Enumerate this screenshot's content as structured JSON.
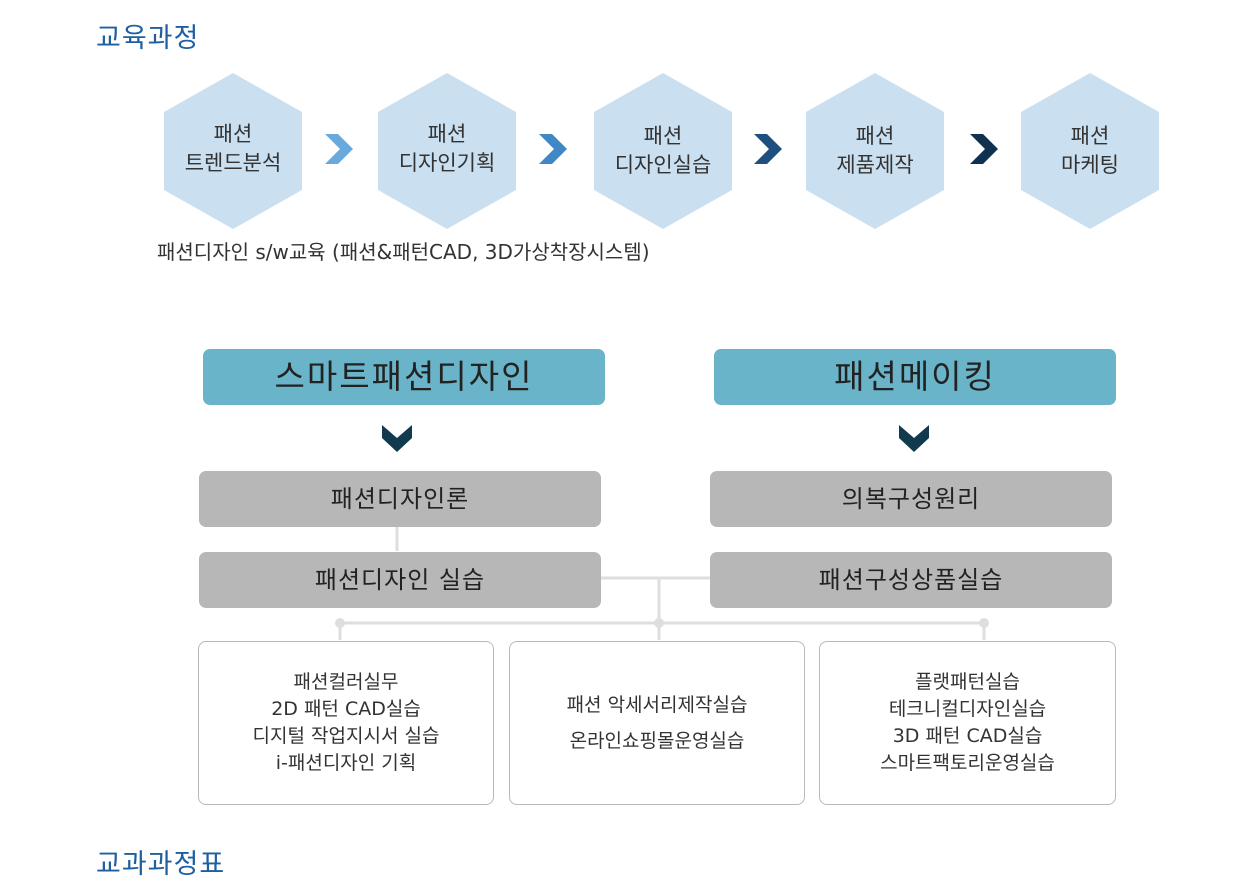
{
  "sections": {
    "curriculum_title": "교육과정",
    "course_table_title": "교과과정표"
  },
  "process_steps": [
    {
      "line1": "패션",
      "line2": "트렌드분석"
    },
    {
      "line1": "패션",
      "line2": "디자인기획"
    },
    {
      "line1": "패션",
      "line2": "디자인실습"
    },
    {
      "line1": "패션",
      "line2": "제품제작"
    },
    {
      "line1": "패션",
      "line2": "마케팅"
    }
  ],
  "software_note": "패션디자인 s/w교육 (패션&패턴CAD, 3D가상착장시스템)",
  "tracks": [
    {
      "title": "스마트패션디자인",
      "courses": [
        "패션디자인론",
        "패션디자인 실습"
      ]
    },
    {
      "title": "패션메이킹",
      "courses": [
        "의복구성원리",
        "패션구성상품실습"
      ]
    }
  ],
  "electives": [
    [
      "패션컬러실무",
      "2D 패턴 CAD실습",
      "디지털 작업지시서 실습",
      "i-패션디자인 기획"
    ],
    [
      "패션 악세서리제작실습",
      "온라인쇼핑몰운영실습"
    ],
    [
      "플랫패턴실습",
      "테크니컬디자인실습",
      "3D 패턴 CAD실습",
      "스마트팩토리운영실습"
    ]
  ],
  "colors": {
    "title_blue": "#1f5f9f",
    "hexagon_fill": "#cadff0",
    "arrow_gradient": [
      "#6aa9dc",
      "#3f88c5",
      "#1e4f7e",
      "#10314f"
    ],
    "track_header_fill": "#6ab4c9",
    "course_fill": "#b7b7b7",
    "connector": "#dedede",
    "chevron_dark": "#123a4e"
  }
}
